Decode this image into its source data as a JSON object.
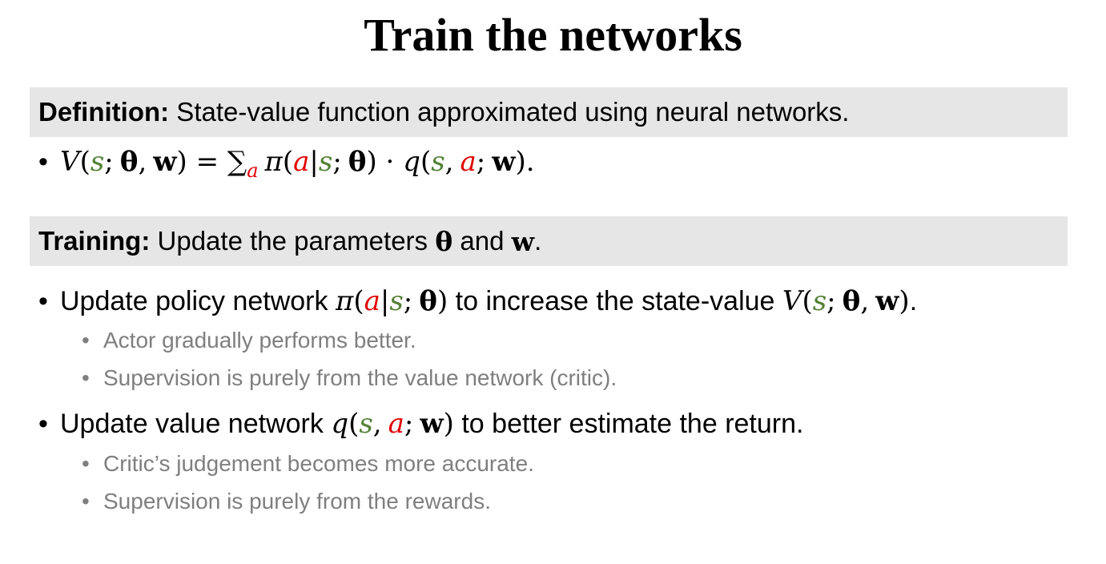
{
  "title": "Train the networks",
  "definition": {
    "label": "Definition:",
    "text": " State-value function approximated using neural networks.",
    "bullet": "•",
    "formula": {
      "V": "V",
      "open": "(",
      "s": "s",
      "semi": ";",
      "theta": "θ",
      "comma": ",",
      "w": "w",
      "close": ")",
      "equals": " = ",
      "sum": "∑",
      "sub_a": "a",
      "pi": "π",
      "a": "a",
      "bar": "|",
      "dot": " · ",
      "q": "q",
      "period": "."
    }
  },
  "training": {
    "label": "Training:",
    "text_pre": " Update the parameters ",
    "theta": "θ",
    "text_mid": " and ",
    "w": "w",
    "text_post": "."
  },
  "items": [
    {
      "bullet": "•",
      "text_pre": "Update policy network ",
      "text_mid": " to increase the state-value ",
      "text_post": "."
    },
    {
      "bullet": "•",
      "text_pre": "Update value network ",
      "text_post": " to better estimate the return."
    }
  ],
  "subitems": [
    {
      "bullet": "•",
      "text": "Actor gradually performs better."
    },
    {
      "bullet": "•",
      "text": "Supervision is purely from the value network (critic)."
    },
    {
      "bullet": "•",
      "text": "Critic’s judgement becomes more accurate."
    },
    {
      "bullet": "•",
      "text": "Supervision is purely from the rewards."
    }
  ],
  "colors": {
    "state_s": "#538135",
    "action_a": "#e00000",
    "box_background": "#e6e6e6",
    "subitem_text": "#7f7f7f"
  }
}
